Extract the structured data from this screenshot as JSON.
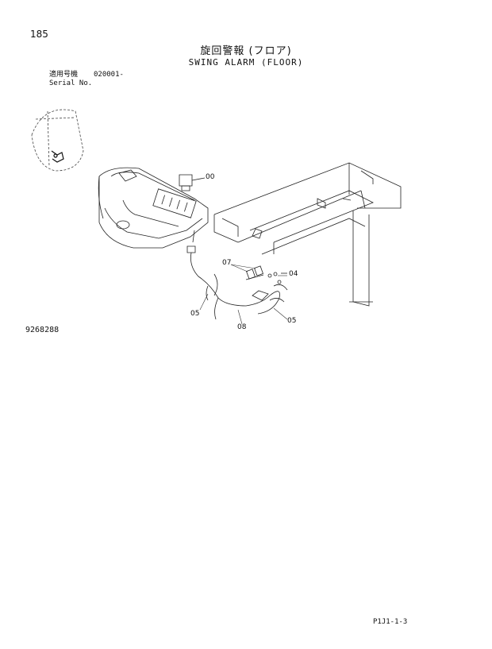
{
  "page_number": "185",
  "title_jp": "旋回警報 (フロア)",
  "title_en": "SWING ALARM (FLOOR)",
  "serial": {
    "label_jp": "適用号機",
    "label_en": "Serial No.",
    "value": "020001-"
  },
  "drawing_number": "9268288",
  "page_code": "P1J1-1-3",
  "callouts": [
    "00",
    "07",
    "04",
    "05",
    "08",
    "05"
  ]
}
